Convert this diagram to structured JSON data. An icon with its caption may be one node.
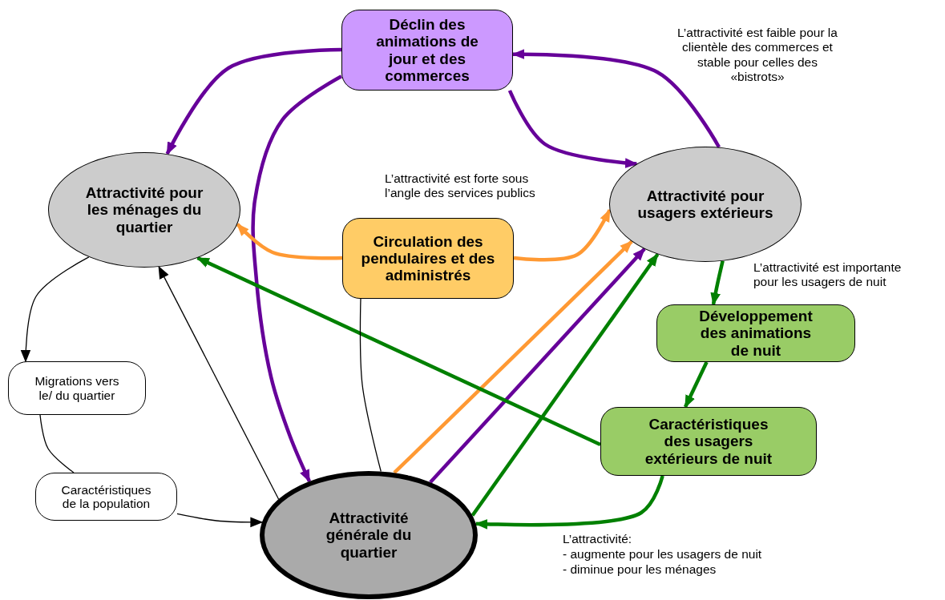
{
  "diagram": {
    "nodes": [
      {
        "text": [
          "Déclin des animations de jour et des commerces"
        ]
      },
      {
        "text": [
          "Attractivité pour les ménages du quartier"
        ]
      },
      {
        "text": [
          "Attractivité pour usagers extérieurs"
        ]
      },
      {
        "text": [
          "Circulation  des pendulaires et des administrés"
        ]
      },
      {
        "text": [
          "Développement des animations de nuit"
        ]
      },
      {
        "text": [
          "Caractéristiques des usagers extérieurs de nuit"
        ]
      },
      {
        "text": [
          "Migrations vers le/ du quartier"
        ]
      },
      {
        "text": [
          "Caractéristiques de la population"
        ]
      },
      {
        "text": [
          "Attractivité générale du quartier"
        ]
      }
    ],
    "edges": [
      {
        "from": 0,
        "to": 1,
        "arrow": "to",
        "color": "#660099"
      },
      {
        "from": 0,
        "to": 8,
        "arrow": "to",
        "color": "#660099"
      },
      {
        "from": 0,
        "to": 2,
        "arrow": "to",
        "color": "#660099"
      },
      {
        "from": 2,
        "to": 0,
        "arrow": "to",
        "color": "#660099"
      },
      {
        "from": 3,
        "to": 1,
        "arrow": "to",
        "color": "#ff9933"
      },
      {
        "from": 3,
        "to": 2,
        "arrow": "to",
        "color": "#ff9933"
      },
      {
        "from": 8,
        "to": 2,
        "arrow": "to",
        "color": "#ff9933"
      },
      {
        "from": 8,
        "to": 2,
        "arrow": "to",
        "color": "#660099"
      },
      {
        "from": 8,
        "to": 2,
        "arrow": "to",
        "color": "#008000"
      },
      {
        "from": 5,
        "to": 1,
        "arrow": "to",
        "color": "#008000"
      },
      {
        "from": 2,
        "to": 4,
        "arrow": "to",
        "color": "#008000"
      },
      {
        "from": 4,
        "to": 5,
        "arrow": "to",
        "color": "#008000"
      },
      {
        "from": 5,
        "to": 8,
        "arrow": "to",
        "color": "#008000"
      },
      {
        "from": 1,
        "to": 6,
        "arrow": "to",
        "color": "#000000"
      },
      {
        "from": 6,
        "to": 7,
        "arrow": "none",
        "color": "#000000"
      },
      {
        "from": 7,
        "to": 8,
        "arrow": "to",
        "color": "#000000"
      },
      {
        "from": 8,
        "to": 1,
        "arrow": "to",
        "color": "#000000"
      },
      {
        "from": 3,
        "to": 8,
        "arrow": "none",
        "color": "#000000"
      }
    ],
    "labels": [
      "L’attractivité est faible pour la clientèle des commerces et stable pour celles des «bistrots»",
      "L’attractivité est forte sous l’angle des services publics",
      "L’attractivité est importante pour les usagers de nuit",
      "L’attractivité:",
      "- augmente pour les usagers de nuit",
      "- diminue pour les ménages"
    ]
  }
}
